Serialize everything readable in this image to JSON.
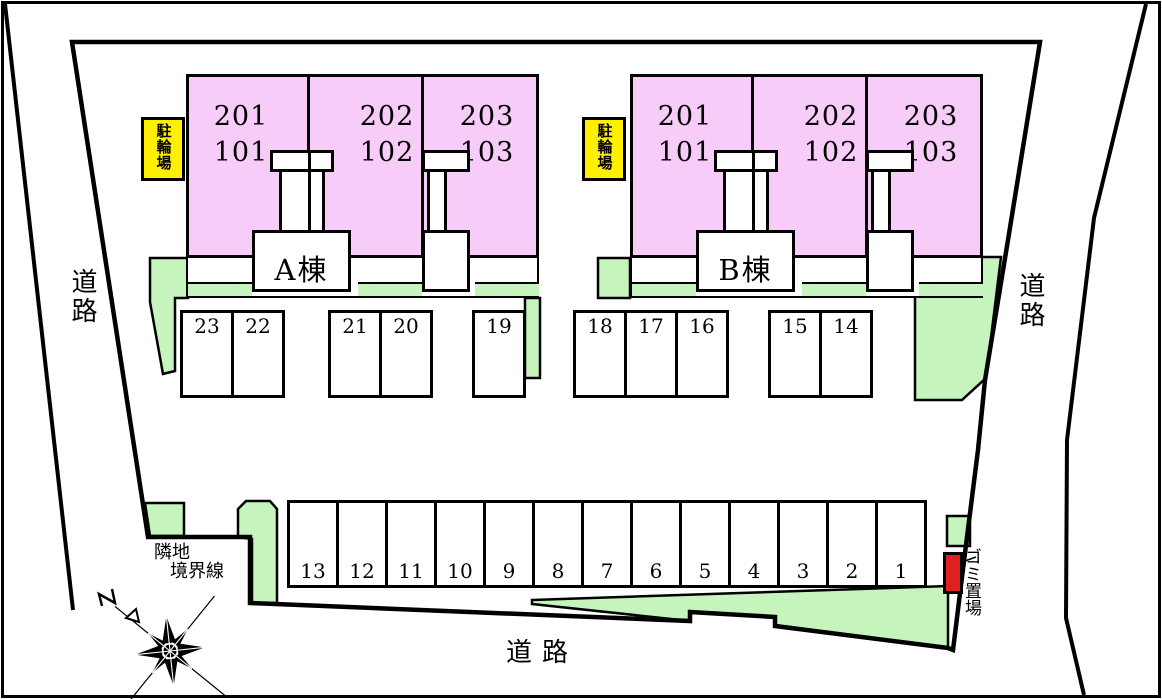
{
  "plan": {
    "roads": {
      "left": "道路",
      "right": "道路",
      "bottom": "道路"
    },
    "boundary_label": {
      "line1": "隣地",
      "line2": "境界線"
    },
    "garbage_area": "ゴミ置場",
    "bicycle_parking": "駐輪場"
  },
  "buildings": [
    {
      "name": "A棟",
      "units": [
        {
          "upper": "201",
          "lower": "101"
        },
        {
          "upper": "202",
          "lower": "102"
        },
        {
          "upper": "203",
          "lower": "103"
        }
      ]
    },
    {
      "name": "B棟",
      "units": [
        {
          "upper": "201",
          "lower": "101"
        },
        {
          "upper": "202",
          "lower": "102"
        },
        {
          "upper": "203",
          "lower": "103"
        }
      ]
    }
  ],
  "parking": {
    "upper_row": [
      "23",
      "22",
      "21",
      "20",
      "19",
      "18",
      "17",
      "16",
      "15",
      "14"
    ],
    "lower_row": [
      "13",
      "12",
      "11",
      "10",
      "9",
      "8",
      "7",
      "6",
      "5",
      "4",
      "3",
      "2",
      "1"
    ]
  },
  "colors": {
    "building_fill": "#F8CCF8",
    "landscape_fill": "#C5F4BC",
    "bicycle_fill": "#FFF000",
    "garbage_fill": "#E02020",
    "line": "#000000"
  }
}
